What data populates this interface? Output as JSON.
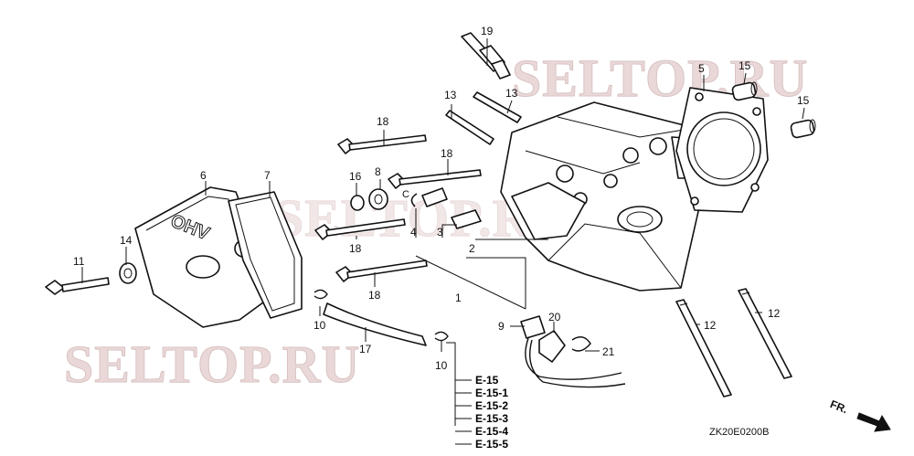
{
  "watermarks": [
    "SELTOP.RU",
    "SELTOP.RU",
    "SELTOP.RU"
  ],
  "callouts": [
    "19",
    "13",
    "13",
    "5",
    "15",
    "15",
    "18",
    "18",
    "16",
    "8",
    "6",
    "7",
    "C",
    "4",
    "3",
    "2",
    "14",
    "11",
    "18",
    "18",
    "1",
    "10",
    "17",
    "10",
    "9",
    "20",
    "21",
    "12",
    "12"
  ],
  "references": [
    "E-15",
    "E-15-1",
    "E-15-2",
    "E-15-3",
    "E-15-4",
    "E-15-5"
  ],
  "direction_label": "FR.",
  "diagram_code": "ZK20E0200B",
  "cover_emblem": "OHV"
}
